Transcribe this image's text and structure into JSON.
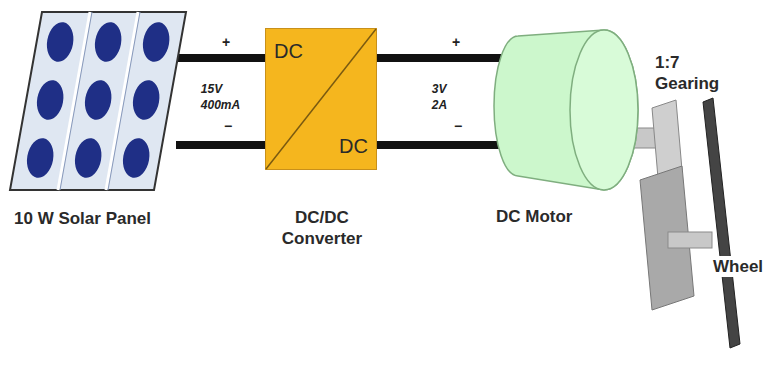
{
  "diagram": {
    "nodes": [
      {
        "text": [
          "10 W Solar Panel"
        ]
      },
      {
        "text": [
          "DC",
          "DC",
          "DC/DC Converter"
        ]
      },
      {
        "text": [
          "DC Motor"
        ]
      }
    ],
    "edges": [
      {
        "from": 0,
        "to": 1,
        "arrow": "none",
        "label": "15V 400mA"
      },
      {
        "from": 1,
        "to": 2,
        "arrow": "none",
        "label": "3V 2A"
      }
    ],
    "labels": [
      "+",
      "−",
      "+",
      "−",
      "1:7 Gearing",
      "Wheel"
    ]
  }
}
